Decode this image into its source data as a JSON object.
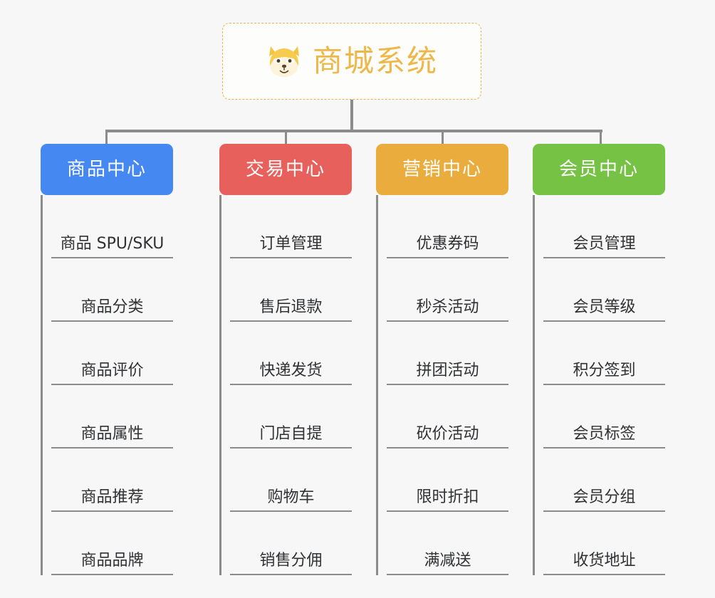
{
  "root": {
    "title": "商城系统",
    "logo_icon": "shiba-dog-icon",
    "border_color": "#e8b545",
    "title_color": "#edb849"
  },
  "connector_color": "#8c8c8c",
  "background_color": "#f7f7f7",
  "columns": [
    {
      "id": "product-center",
      "label": "商品中心",
      "color": "#4688f1",
      "items": [
        "商品 SPU/SKU",
        "商品分类",
        "商品评价",
        "商品属性",
        "商品推荐",
        "商品品牌"
      ]
    },
    {
      "id": "trade-center",
      "label": "交易中心",
      "color": "#e8605c",
      "items": [
        "订单管理",
        "售后退款",
        "快递发货",
        "门店自提",
        "购物车",
        "销售分佣"
      ]
    },
    {
      "id": "marketing-center",
      "label": "营销中心",
      "color": "#eaad3d",
      "items": [
        "优惠券码",
        "秒杀活动",
        "拼团活动",
        "砍价活动",
        "限时折扣",
        "满减送"
      ]
    },
    {
      "id": "member-center",
      "label": "会员中心",
      "color": "#76c244",
      "items": [
        "会员管理",
        "会员等级",
        "积分签到",
        "会员标签",
        "会员分组",
        "收货地址"
      ]
    }
  ]
}
